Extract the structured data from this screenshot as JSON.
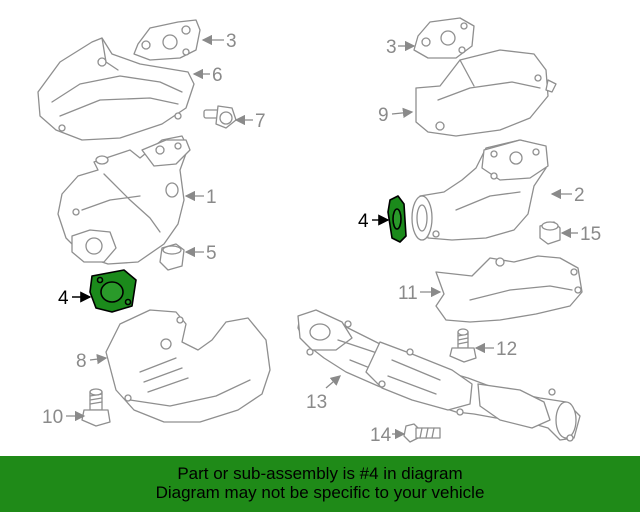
{
  "callouts": {
    "c3a": "3",
    "c6": "6",
    "c7": "7",
    "c1": "1",
    "c5": "5",
    "c4a": "4",
    "c8": "8",
    "c10": "10",
    "c3b": "3",
    "c9": "9",
    "c2": "2",
    "c4b": "4",
    "c15": "15",
    "c11": "11",
    "c12": "12",
    "c13": "13",
    "c14": "14"
  },
  "highlight_part": "4",
  "colors": {
    "highlight_fill": "#1b8a1b",
    "banner_bg": "#1f8a18",
    "line": "#8f8f8f"
  },
  "banner": {
    "line1": "Part or sub-assembly is #4 in diagram",
    "line2": "Diagram may not be specific to your vehicle"
  }
}
